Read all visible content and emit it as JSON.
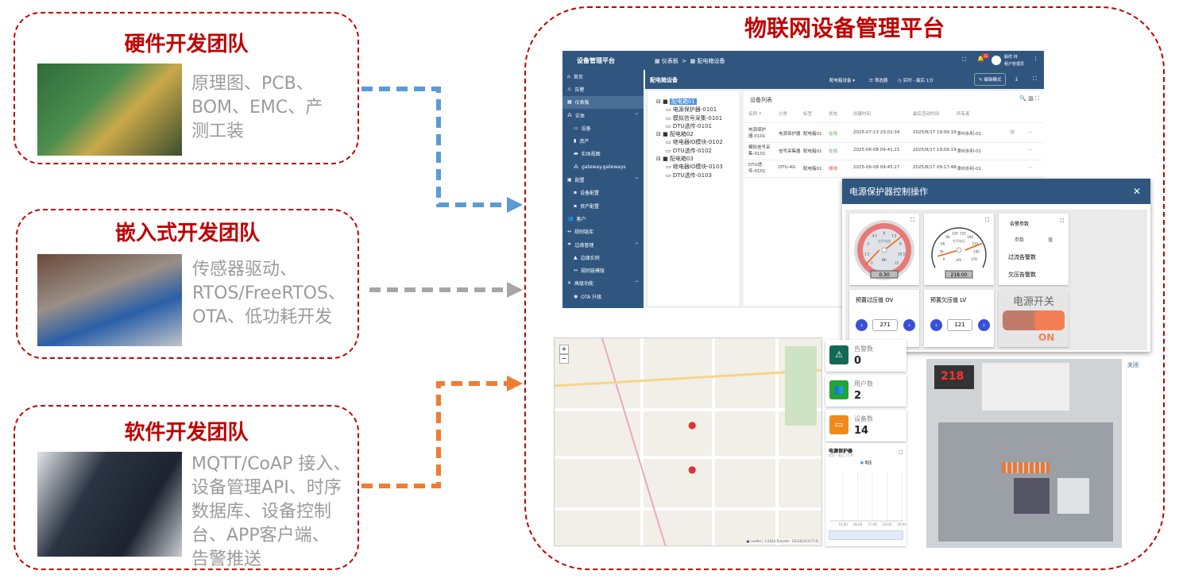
{
  "teams": [
    {
      "title": "硬件开发团队",
      "lines": [
        "原理图、PCB、",
        "BOM、EMC、产",
        "测工装"
      ]
    },
    {
      "title": "嵌入式开发团队",
      "lines": [
        "传感器驱动、",
        "RTOS/FreeRTOS、",
        "OTA、低功耗开发"
      ]
    },
    {
      "title": "软件开发团队",
      "lines": [
        "MQTT/CoAP 接入、",
        "设备管理API、时序",
        "数据库、设备控制",
        "台、APP客户端、",
        "告警推送"
      ]
    }
  ],
  "platform": {
    "title": "物联网设备管理平台"
  },
  "colors": {
    "hardware_arrow": "#5b9bd5",
    "embedded_arrow": "#a6a6a6",
    "software_arrow": "#ed7d31",
    "frame": "#c00000",
    "brand": "#305680"
  },
  "dashboard": {
    "app_title": "设备管理平台",
    "breadcrumb": [
      "仪表板",
      ">",
      "配电箱设备"
    ],
    "notification_count": "12",
    "user_name": "毅祥 林",
    "user_role": "租户管理员",
    "page_title": "配电箱设备",
    "toolbar": {
      "state": "配电箱设备 ▾",
      "filter": "筛选器",
      "time": "实时 - 最后 1分",
      "edit": "编辑模式"
    },
    "sidebar": [
      {
        "label": "首页",
        "icon": "⌂",
        "sub": false
      },
      {
        "label": "告警",
        "icon": "⚠",
        "sub": false
      },
      {
        "label": "仪表板",
        "icon": "▦",
        "sub": false,
        "active": true
      },
      {
        "label": "实体",
        "icon": "⁂",
        "sub": false,
        "expand": true
      },
      {
        "label": "设备",
        "icon": "▭",
        "sub": true
      },
      {
        "label": "资产",
        "icon": "▮",
        "sub": true
      },
      {
        "label": "实体视图",
        "icon": "▬",
        "sub": true
      },
      {
        "label": "gateway.gateways",
        "icon": "⁂",
        "sub": true
      },
      {
        "label": "配置",
        "icon": "▣",
        "sub": false,
        "expand": true
      },
      {
        "label": "设备配置",
        "icon": "▪",
        "sub": true
      },
      {
        "label": "资产配置",
        "icon": "▪",
        "sub": true
      },
      {
        "label": "客户",
        "icon": "👥",
        "sub": false
      },
      {
        "label": "规则链库",
        "icon": "↔",
        "sub": false
      },
      {
        "label": "边缘管理",
        "icon": "☂",
        "sub": false,
        "expand": true
      },
      {
        "label": "边缘实例",
        "icon": "▲",
        "sub": true
      },
      {
        "label": "规则链模版",
        "icon": "↔",
        "sub": true
      },
      {
        "label": "高级功能",
        "icon": "✕",
        "sub": false,
        "expand": true
      },
      {
        "label": "OTA 升级",
        "icon": "◉",
        "sub": true
      }
    ],
    "tree": [
      {
        "label": "配电箱01",
        "level": 0,
        "selected": true
      },
      {
        "label": "电源保护器-0101",
        "level": 1
      },
      {
        "label": "模拟信号采集-0101",
        "level": 1
      },
      {
        "label": "DTU透传-0101",
        "level": 1
      },
      {
        "label": "配电箱02",
        "level": 0
      },
      {
        "label": "继电器IO模块-0102",
        "level": 1
      },
      {
        "label": "DTU透传-0102",
        "level": 1
      },
      {
        "label": "配电箱03",
        "level": 0
      },
      {
        "label": "继电器IO模块-0103",
        "level": 1
      },
      {
        "label": "DTU透传-0103",
        "level": 1
      }
    ],
    "table": {
      "title": "设备列表",
      "columns": [
        "名称 ↑",
        "分类",
        "标签",
        "状态",
        "创建时间",
        "最后活动时间",
        "所有者"
      ],
      "rows": [
        {
          "name": "电源保护器-0101",
          "type": "电源保护器",
          "label": "配电箱01",
          "status": "在线",
          "status_color": "#4caf50",
          "created": "2025-07-13 23:02:34",
          "last": "2025/8/17 19:09:19",
          "owner": "漳州水利-01"
        },
        {
          "name": "模拟信号采集-0101",
          "type": "信号采集器",
          "label": "配电箱01",
          "status": "在线",
          "status_color": "#4caf50",
          "created": "2025-06-08 09:41:21",
          "last": "2025/8/17 19:09:19",
          "owner": "漳州水利-01"
        },
        {
          "name": "DTU透传-0101",
          "type": "DTU-4G",
          "label": "配电箱01",
          "status": "掉线",
          "status_color": "#f44336",
          "created": "2025-06-08 09:45:27",
          "last": "2025/8/17 09:17:48",
          "owner": "漳州水利-01"
        }
      ]
    }
  },
  "dialog": {
    "title": "电源保护器控制操作",
    "current_gauge": {
      "label": "空开电流",
      "unit": "Ah",
      "value": "0.30",
      "ticks": [
        "0",
        "1.5",
        "3",
        "4.5",
        "6",
        "7.5",
        "9",
        "10.5",
        "12"
      ]
    },
    "voltage_gauge": {
      "label": "空开电压",
      "unit": "eV",
      "value": "218.00",
      "ticks": [
        "0",
        "30",
        "60",
        "90",
        "120",
        "150",
        "180",
        "210",
        "240",
        "270"
      ]
    },
    "alarm_params": {
      "title": "告警参数",
      "col_param": "参数",
      "col_value": "值",
      "rows": [
        "过流告警数",
        "欠压告警数"
      ]
    },
    "ov": {
      "label": "预置过压值 OV",
      "value": "271"
    },
    "lv": {
      "label": "预置欠压值 LV",
      "value": "121"
    },
    "power": {
      "label": "电源开关",
      "state": "ON",
      "on_fraction": 1
    },
    "close": "关闭"
  },
  "stats": [
    {
      "label": "告警数",
      "value": "0",
      "color": "#126a55",
      "icon": "⚠"
    },
    {
      "label": "用户数",
      "value": "2",
      "color": "#21a336",
      "icon": "👥"
    },
    {
      "label": "设备数",
      "value": "14",
      "color": "#f08a1c",
      "icon": "▭"
    }
  ],
  "mini_chart": {
    "title": "电源保护器",
    "subtitle": "实时 - 最后 5小时",
    "legend": "电压",
    "x": [
      "15:00",
      "16:00",
      "17:00",
      "18:00",
      "19:00"
    ]
  },
  "map": {
    "attribution": "■ Leaflet | ©2024 Tencent - GS(2023)1171号"
  }
}
